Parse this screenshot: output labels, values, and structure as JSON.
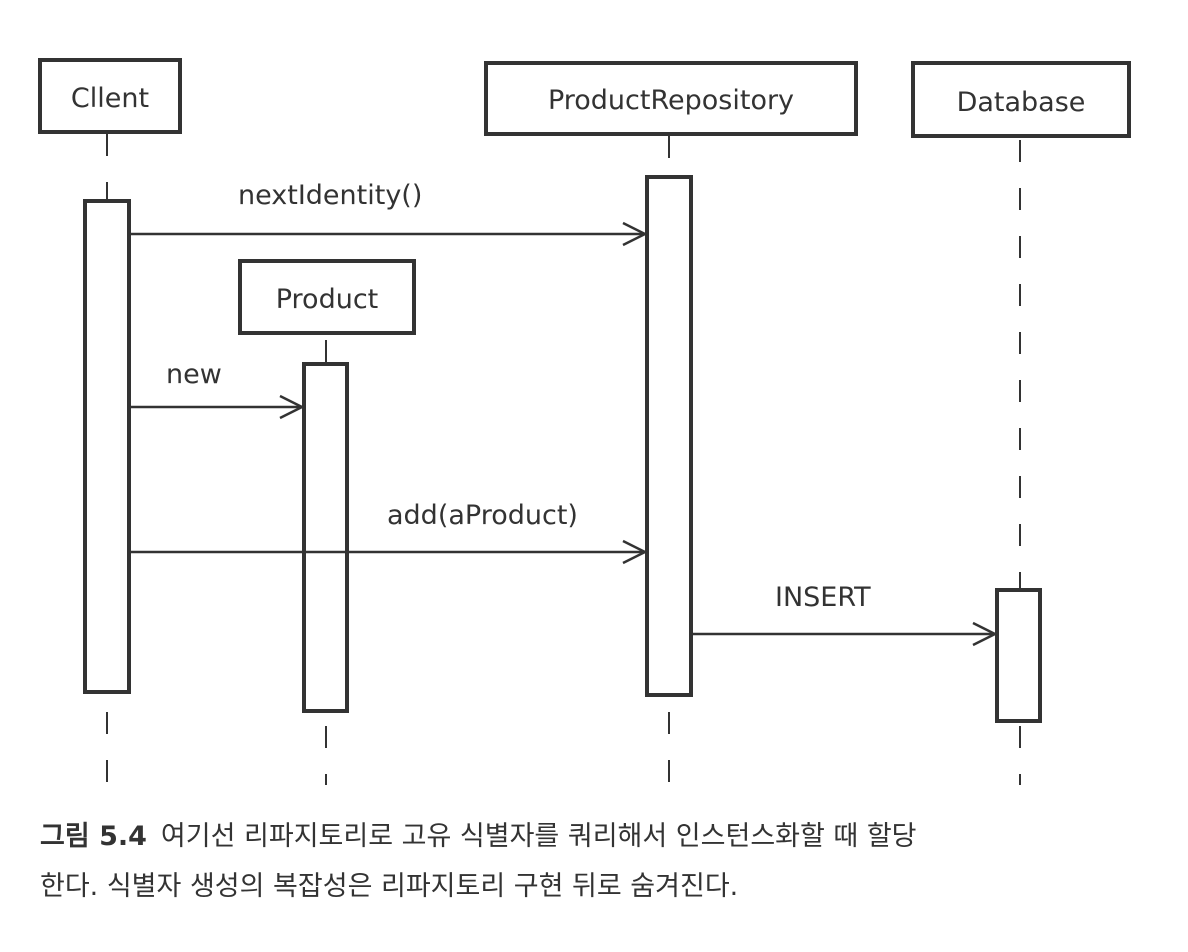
{
  "participants": {
    "client": "Cllent",
    "repository": "ProductRepository",
    "database": "Database",
    "product": "Product"
  },
  "messages": {
    "next_identity": "nextIdentity()",
    "new": "new",
    "add": "add(aProduct)",
    "insert": "INSERT"
  },
  "caption": {
    "figure_label": "그림 5.4",
    "line1": "여기선 리파지토리로 고유 식별자를 쿼리해서 인스턴스화할 때 할당",
    "line2": "한다. 식별자 생성의 복잡성은 리파지토리 구현 뒤로 숨겨진다."
  }
}
